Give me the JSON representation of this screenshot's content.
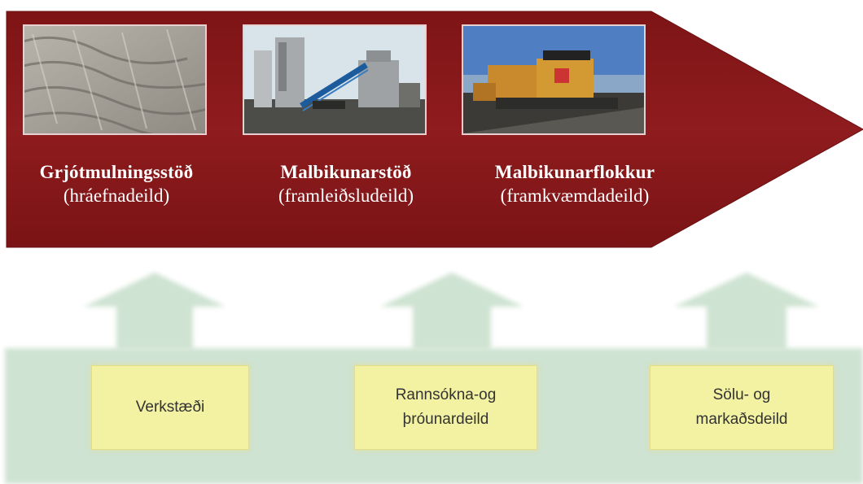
{
  "colors": {
    "flow_arrow": "#8c1b1d",
    "support_band": "#cfe3d2",
    "support_arrows": "#cfe3d2",
    "dept_box": "#f3f1a2",
    "stage_text": "#ffffff"
  },
  "stages": [
    {
      "title": "Grjótmulningsstöð",
      "subtitle": "(hráefnadeild)",
      "image": "crushed-rock-photo"
    },
    {
      "title": "Malbikunarstöð",
      "subtitle": "(framleiðsludeild)",
      "image": "asphalt-plant-photo"
    },
    {
      "title": "Malbikunarflokkur",
      "subtitle": "(framkvæmdadeild)",
      "image": "paving-machine-photo"
    }
  ],
  "departments": [
    {
      "line1": "Verkstæði",
      "line2": ""
    },
    {
      "line1": "Rannsókna-og",
      "line2": "þróunardeild"
    },
    {
      "line1": "Sölu- og",
      "line2": "markaðsdeild"
    }
  ]
}
